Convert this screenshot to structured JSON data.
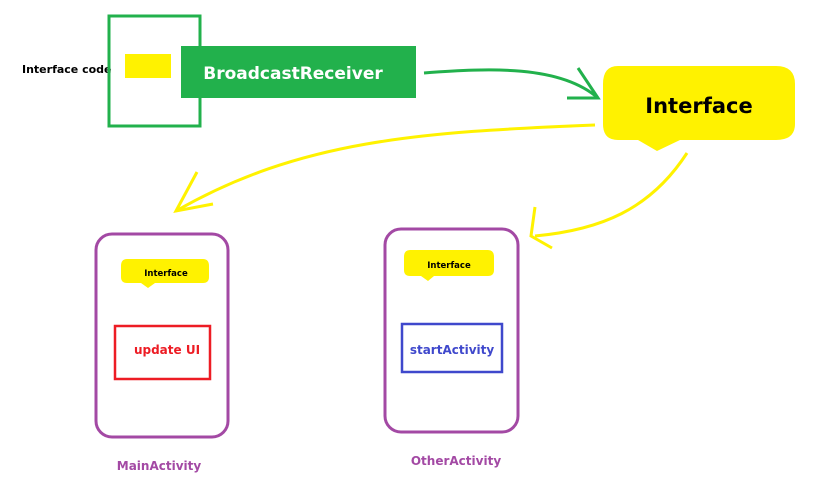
{
  "colors": {
    "green": "#22b14c",
    "yellow": "#fff200",
    "purple": "#a349a4",
    "red": "#ed1c24",
    "blue": "#3f48cc",
    "black": "#000000",
    "white": "#ffffff"
  },
  "source": {
    "side_label": "Interface code",
    "receiver_label": "BroadcastReceiver"
  },
  "hub": {
    "label": "Interface"
  },
  "activities": [
    {
      "name": "MainActivity",
      "interface_label": "Interface",
      "action_label": "update UI",
      "action_color": "red"
    },
    {
      "name": "OtherActivity",
      "interface_label": "Interface",
      "action_label": "startActivity",
      "action_color": "blue"
    }
  ],
  "connections": [
    {
      "from": "BroadcastReceiver",
      "to": "Interface",
      "color": "green"
    },
    {
      "from": "Interface",
      "to": "MainActivity",
      "color": "yellow"
    },
    {
      "from": "Interface",
      "to": "OtherActivity",
      "color": "yellow"
    }
  ]
}
